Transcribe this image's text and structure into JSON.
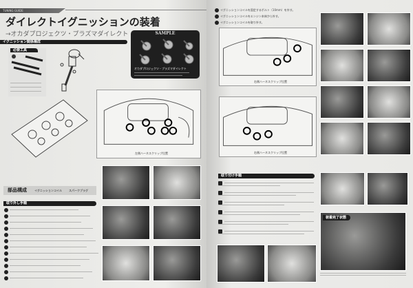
{
  "left_page": {
    "section_label": "TUNING GUIDE",
    "title": "ダイレクトイグニッションの装着",
    "subtitle": "→オカダプロジェクツ・プラズマダイレクト",
    "components_bar": "イグニッション関係構成",
    "sample_box": {
      "title": "SAMPLE",
      "product": "オカダプロジェクツ・プラズマダイレクト"
    },
    "tools_label": "必要工具",
    "drawing_caption": "左側ハーネスクリップ位置",
    "parts_heading": "部品構成",
    "parts_items": [
      "イグニッションコイル",
      "スパークプラグ"
    ],
    "removal_heading": "取り外し手順",
    "removal_step_count": 12
  },
  "right_page": {
    "top_steps": [
      "イグニッションコイルを固定するボルト（10mm）を外す。",
      "イグニッションコイルをエンジン本体から外す。",
      "イグニッションコイルを取り外す。"
    ],
    "drawing_caption_1": "右側ハーネスクリップ位置",
    "drawing_caption_2": "右側ハーネスクリップ位置",
    "install_heading": "取り付け手順",
    "complete_heading": "装着完了状態"
  }
}
